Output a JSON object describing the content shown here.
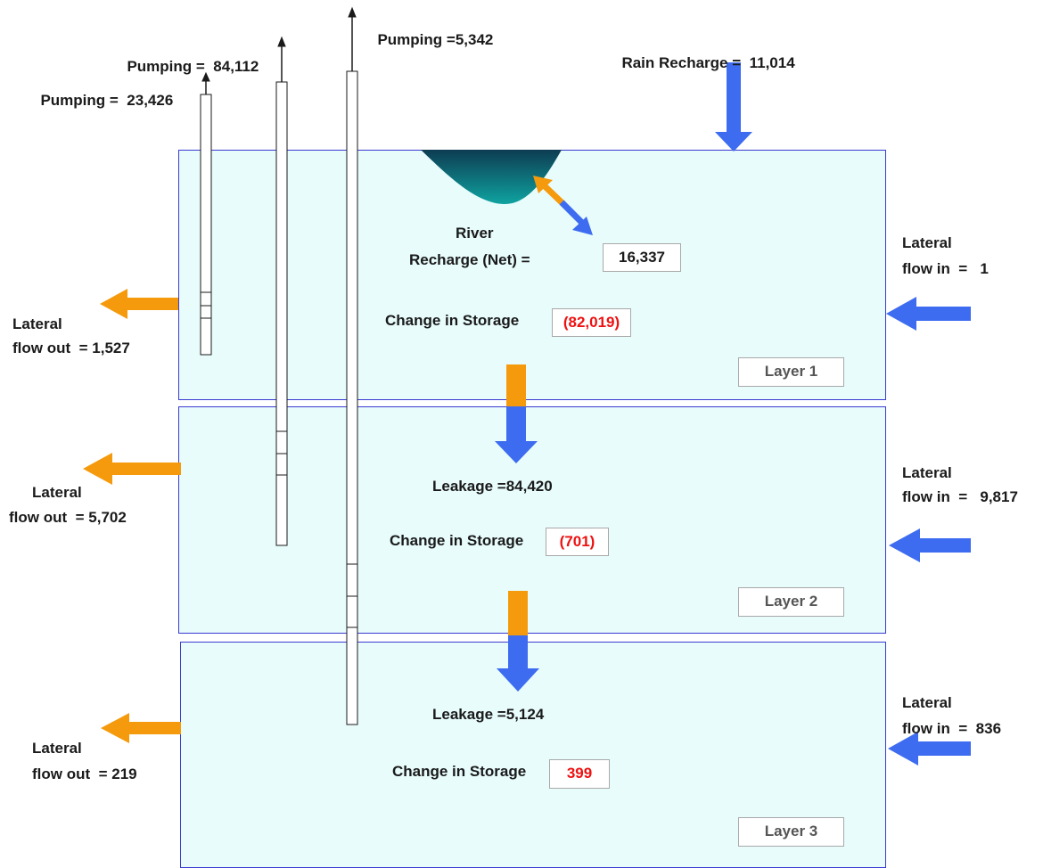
{
  "colors": {
    "inflow": "#3d6cf0",
    "outflow": "#f59a0c",
    "layer_fill": "#e8fcfc",
    "layer_border": "#3a3ad0",
    "storage_text": "#ee1111",
    "river": "#0e6a6e"
  },
  "pumping": [
    {
      "label": "Pumping =",
      "value": "23,426"
    },
    {
      "label": "Pumping =",
      "value": "84,112"
    },
    {
      "label": "Pumping =",
      "value": "5,342"
    }
  ],
  "rain": {
    "label": "Rain Recharge =",
    "value": "11,014"
  },
  "river": {
    "label_line1": "River",
    "label_line2": "Recharge (Net) =",
    "value": "16,337"
  },
  "layers": [
    {
      "name": "Layer 1",
      "storage_label": "Change in Storage",
      "storage_value": "(82,019)",
      "in_line1": "Lateral",
      "in_line2": "flow in  =",
      "in_value": "1",
      "out_line1": "Lateral",
      "out_line2": "flow out  =",
      "out_value": "1,527"
    },
    {
      "name": "Layer 2",
      "storage_label": "Change in Storage",
      "storage_value": "(701)",
      "leakage_label": "Leakage =",
      "leakage_value": "84,420",
      "in_line1": "Lateral",
      "in_line2": "flow in  =",
      "in_value": "9,817",
      "out_line1": "Lateral",
      "out_line2": "flow out  =",
      "out_value": "5,702"
    },
    {
      "name": "Layer 3",
      "storage_label": "Change in Storage",
      "storage_value": "399",
      "leakage_label": "Leakage =",
      "leakage_value": "5,124",
      "in_line1": "Lateral",
      "in_line2": "flow in  =",
      "in_value": "836",
      "out_line1": "Lateral",
      "out_line2": "flow out  =",
      "out_value": "219"
    }
  ]
}
